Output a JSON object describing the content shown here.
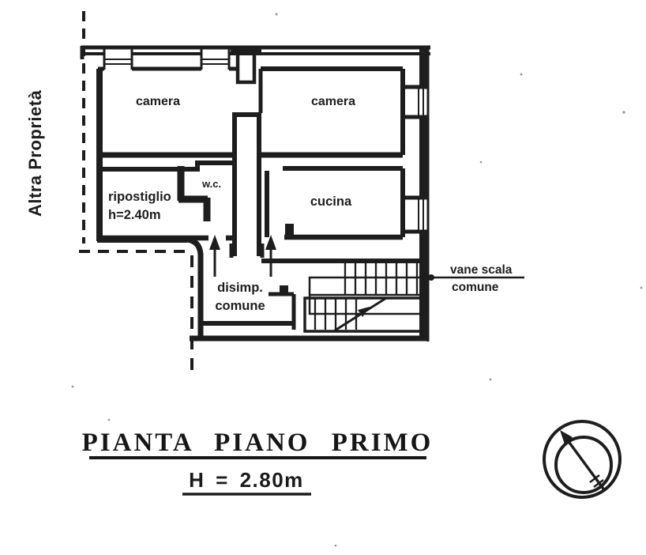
{
  "document": {
    "side_label": "Altra Proprietà",
    "rooms": {
      "camera_left": "camera",
      "camera_right": "camera",
      "ripostiglio": "ripostiglio",
      "ripostiglio_height": "h=2.40m",
      "wc": "w.c.",
      "cucina": "cucina",
      "disimpegno_line1": "disimp.",
      "disimpegno_line2": "comune"
    },
    "stair_callout": {
      "line1": "vane scala",
      "line2": "comune"
    },
    "title": "PIANTA PIANO PRIMO",
    "floor_height": "H = 2.80m"
  },
  "colors": {
    "ink": "#1d1d1d",
    "paper": "#ffffff"
  }
}
